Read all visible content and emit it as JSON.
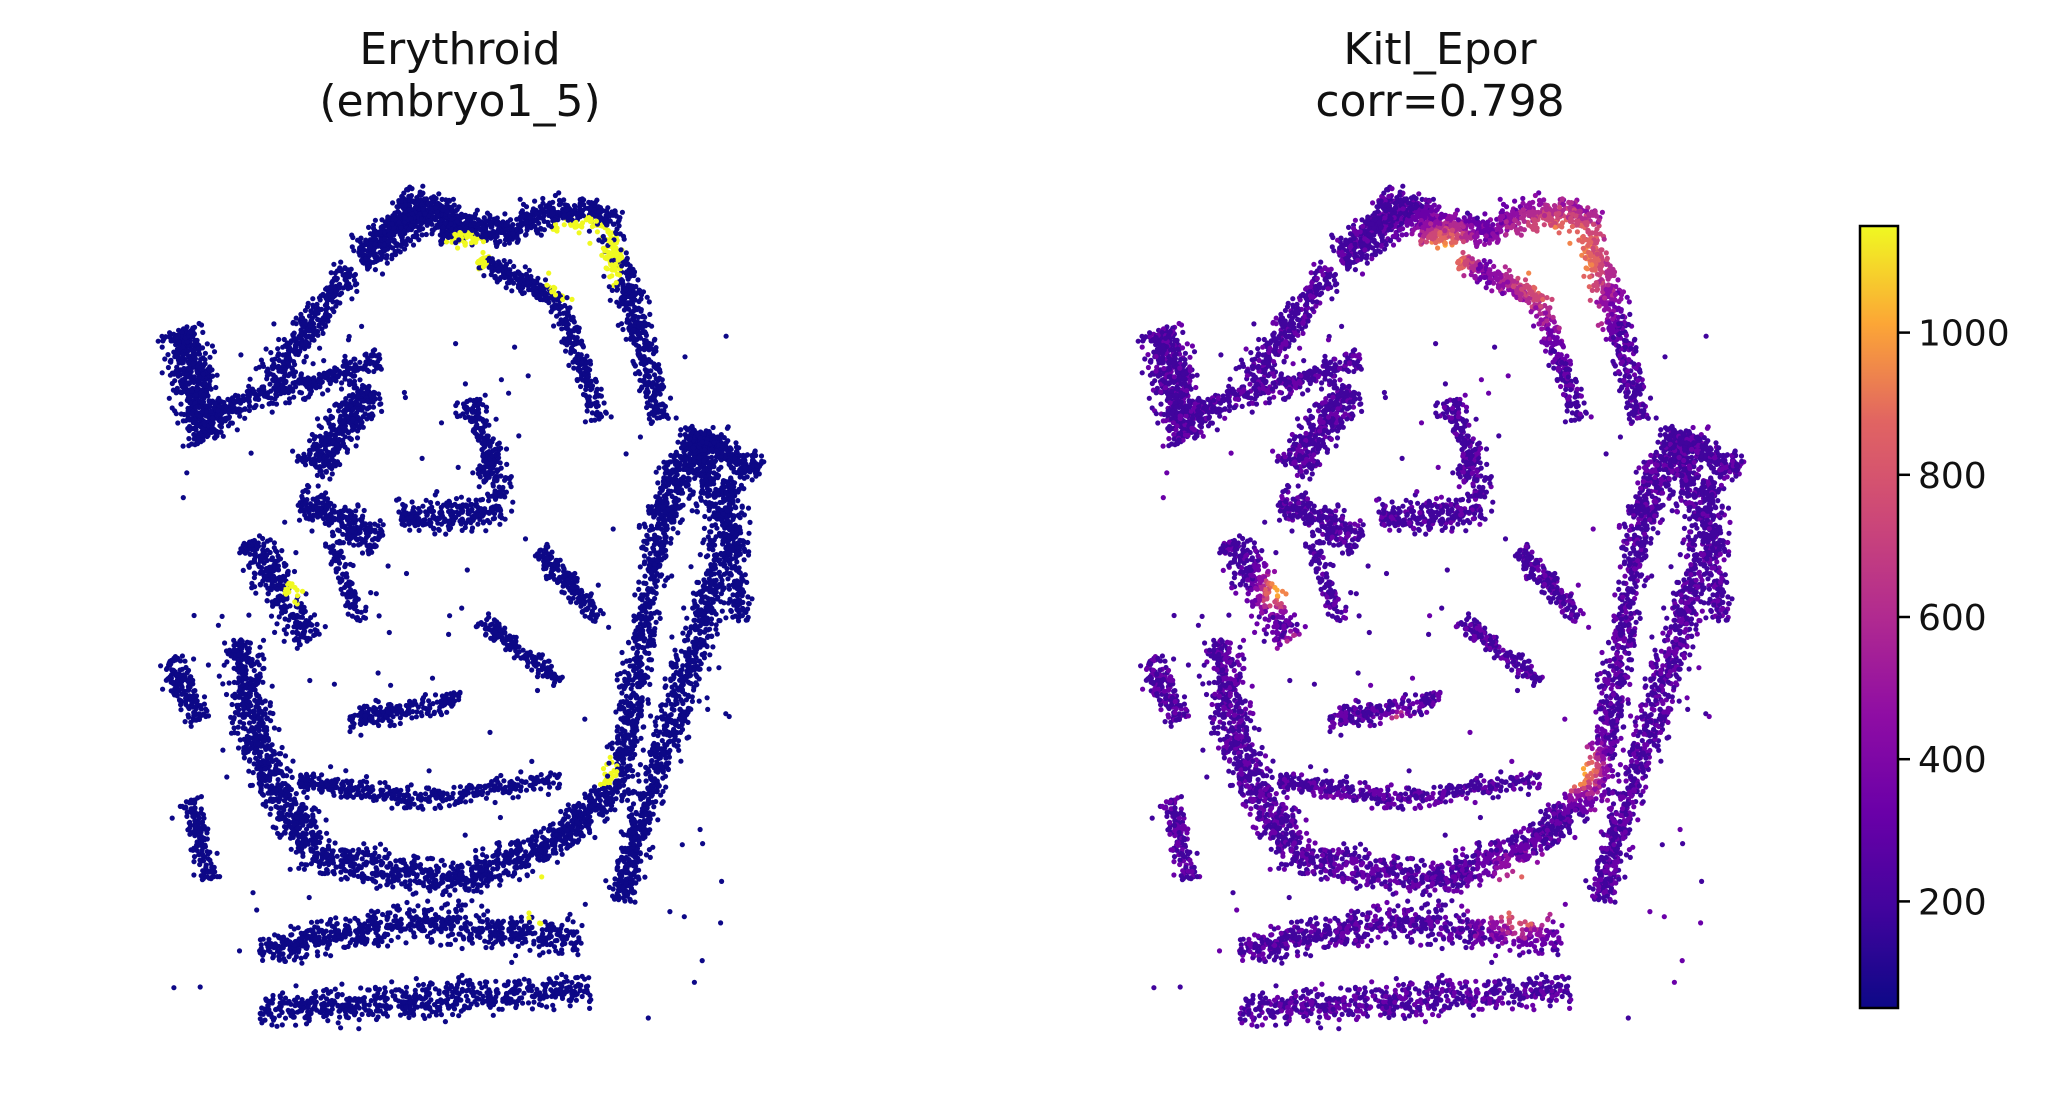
{
  "chart_data": [
    {
      "type": "scatter",
      "title_line1": "Erythroid",
      "title_line2": "(embryo1_5)",
      "colors": {
        "background_cells": "#0d0887",
        "highlight_cells": "#f0f921"
      }
    },
    {
      "type": "scatter",
      "title_line1": "Kitl_Epor",
      "title_line2": "corr=0.798",
      "colormap": "plasma",
      "colorbar": {
        "range": [
          50,
          1150
        ],
        "ticks": [
          200,
          400,
          600,
          800,
          1000
        ],
        "tick_labels": [
          "200",
          "400",
          "600",
          "800",
          "1000"
        ]
      }
    }
  ]
}
